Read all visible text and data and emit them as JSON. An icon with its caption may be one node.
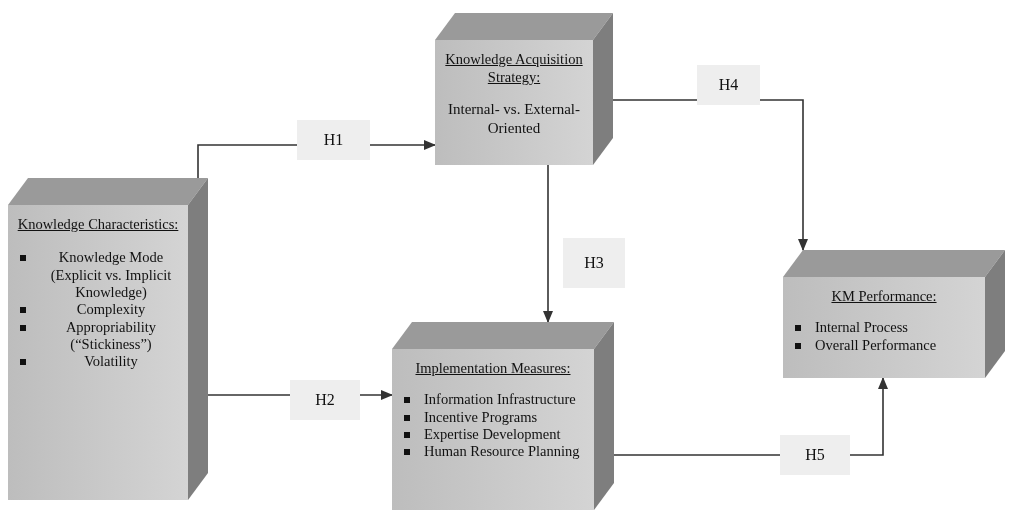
{
  "diagram": {
    "nodes": [
      {
        "text": [
          "Knowledge Characteristics:",
          "Knowledge Mode (Explicit vs. Implicit Knowledge)",
          "Complexity",
          "Appropriability (“Stickiness”)",
          "Volatility"
        ]
      },
      {
        "text": [
          "Knowledge Acquisition Strategy:",
          "Internal- vs. External-Oriented"
        ]
      },
      {
        "text": [
          "KM Performance:",
          "Internal Process",
          "Overall Performance"
        ]
      },
      {
        "text": [
          "Implementation Measures:",
          "Information Infrastructure",
          "Incentive Programs",
          "Expertise Development",
          "Human Resource Planning"
        ]
      }
    ],
    "edges": [
      {
        "from": 0,
        "to": 1,
        "arrow": "to",
        "label": "H1"
      },
      {
        "from": 0,
        "to": 3,
        "arrow": "to",
        "label": "H2"
      },
      {
        "from": 1,
        "to": 3,
        "arrow": "to",
        "label": "H3"
      },
      {
        "from": 1,
        "to": 2,
        "arrow": "to",
        "label": "H4"
      },
      {
        "from": 3,
        "to": 2,
        "arrow": "to",
        "label": "H5"
      }
    ]
  }
}
